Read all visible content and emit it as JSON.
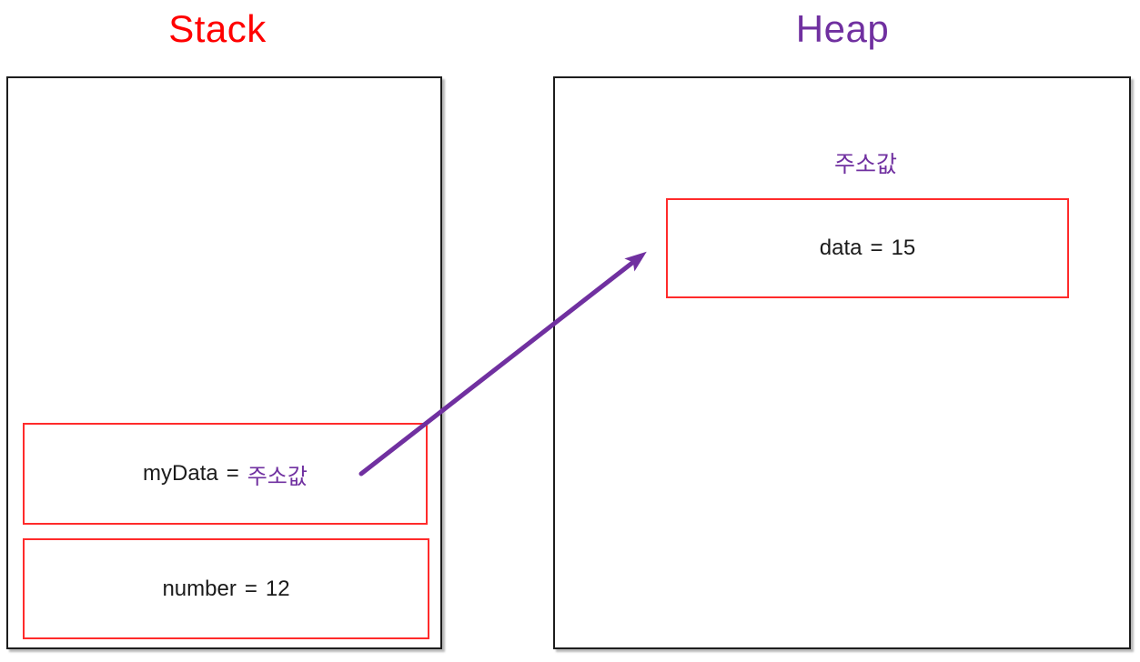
{
  "stack": {
    "title": "Stack",
    "frames": [
      {
        "name": "myData",
        "eq": "=",
        "value": "주소값"
      },
      {
        "name": "number",
        "eq": "=",
        "value": "12"
      }
    ]
  },
  "heap": {
    "title": "Heap",
    "address_label": "주소값",
    "objects": [
      {
        "name": "data",
        "eq": "=",
        "value": "15"
      }
    ]
  },
  "colors": {
    "stack_title": "#ff0000",
    "heap_title": "#7030a0",
    "pointer": "#7030a0",
    "value_text": "#1b1b1b",
    "cell_border": "#ff2b2b",
    "container_border": "#1d1d1d"
  }
}
